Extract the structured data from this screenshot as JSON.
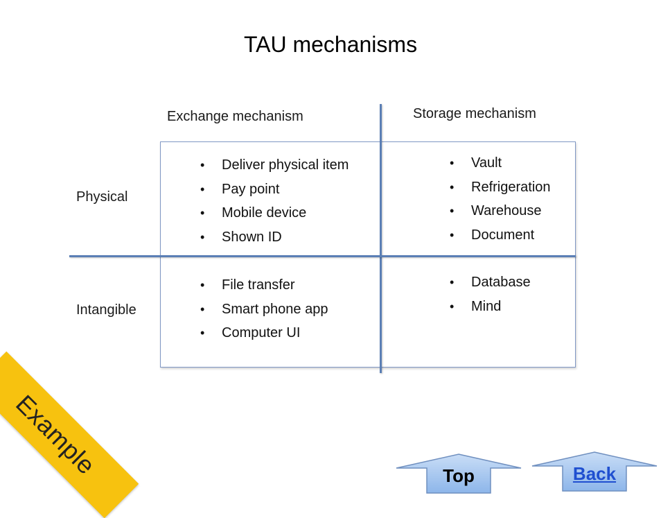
{
  "slide": {
    "title": "TAU mechanisms",
    "columns": {
      "exchange": "Exchange mechanism",
      "storage": "Storage mechanism"
    },
    "rows": {
      "physical": "Physical",
      "intangible": "Intangible"
    },
    "cells": {
      "physical_exchange": [
        "Deliver physical item",
        "Pay point",
        "Mobile device",
        "Shown ID"
      ],
      "physical_storage": [
        "Vault",
        "Refrigeration",
        "Warehouse",
        "Document"
      ],
      "intangible_exchange": [
        "File transfer",
        "Smart phone app",
        "Computer UI"
      ],
      "intangible_storage": [
        "Database",
        "Mind"
      ]
    },
    "banner": "Example"
  },
  "nav": {
    "top_label": "Top",
    "back_label": "Back"
  },
  "colors": {
    "grid_line": "#5b7fb5",
    "box_border": "#7f97c4",
    "banner": "#f7c20f",
    "button_fill": "#9fc3ef",
    "link": "#1f4fd0"
  }
}
